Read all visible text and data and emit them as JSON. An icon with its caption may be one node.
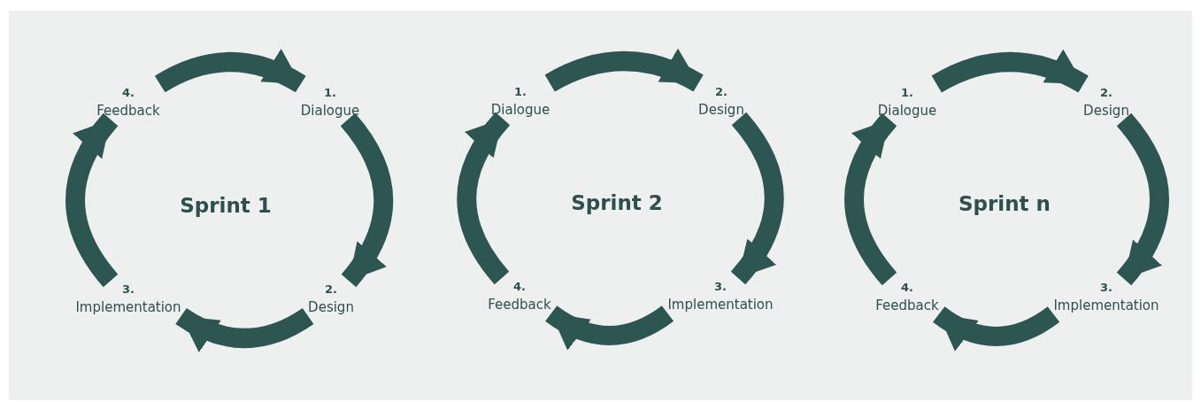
{
  "diagram": {
    "nodes": [
      {
        "text": [
          "4.",
          "Feedback"
        ]
      },
      {
        "text": [
          "1.",
          "Dialogue"
        ]
      },
      {
        "text": [
          "3.",
          "Implementation"
        ]
      },
      {
        "text": [
          "2.",
          "Design"
        ]
      },
      {
        "text": [
          "1.",
          "Dialogue"
        ]
      },
      {
        "text": [
          "2.",
          "Design"
        ]
      },
      {
        "text": [
          "4.",
          "Feedback"
        ]
      },
      {
        "text": [
          "3.",
          "Implementation"
        ]
      },
      {
        "text": [
          "1.",
          "Dialogue"
        ]
      },
      {
        "text": [
          "2.",
          "Design"
        ]
      },
      {
        "text": [
          "4.",
          "Feedback"
        ]
      },
      {
        "text": [
          "3.",
          "Implementation"
        ]
      }
    ],
    "edges": [
      {
        "from": 0,
        "to": 1,
        "arrow": "to"
      },
      {
        "from": 1,
        "to": 3,
        "arrow": "to"
      },
      {
        "from": 3,
        "to": 2,
        "arrow": "to"
      },
      {
        "from": 2,
        "to": 0,
        "arrow": "to"
      },
      {
        "from": 4,
        "to": 5,
        "arrow": "to"
      },
      {
        "from": 5,
        "to": 7,
        "arrow": "to"
      },
      {
        "from": 7,
        "to": 6,
        "arrow": "to"
      },
      {
        "from": 6,
        "to": 4,
        "arrow": "to"
      },
      {
        "from": 8,
        "to": 9,
        "arrow": "to"
      },
      {
        "from": 9,
        "to": 11,
        "arrow": "to"
      },
      {
        "from": 11,
        "to": 10,
        "arrow": "to"
      },
      {
        "from": 10,
        "to": 8,
        "arrow": "to"
      }
    ],
    "labels": [
      "Sprint 1",
      "Sprint 2",
      "Sprint n"
    ]
  }
}
